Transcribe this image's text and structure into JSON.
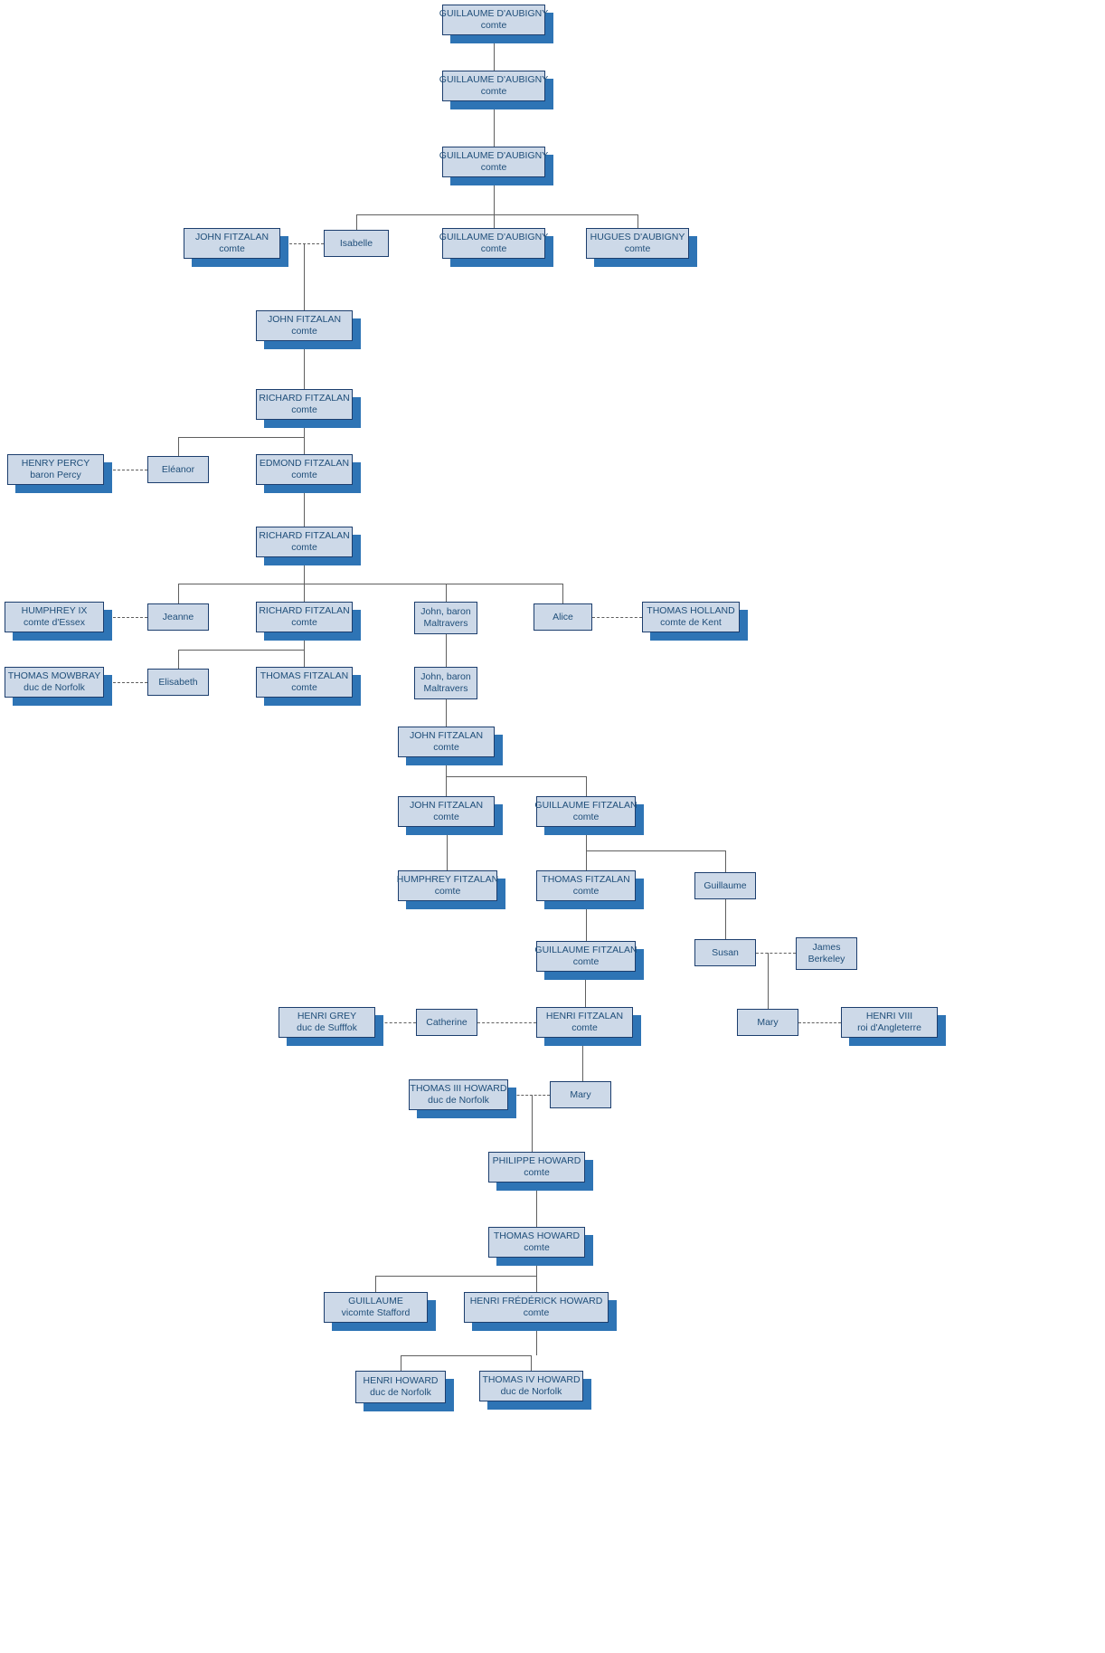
{
  "diagram": {
    "type": "family-tree-org-chart",
    "background": "#ffffff",
    "colors": {
      "node_fill": "#cdd9e8",
      "node_border": "#1c3e6e",
      "node_shadow": "#2e74b5",
      "node_text": "#1f4e79",
      "connector": "#5f5f5f"
    },
    "connector_styles": {
      "descent": "solid",
      "marriage": "dashed"
    }
  },
  "nodes": [
    {
      "line1": "GUILLAUME D'AUBIGNY",
      "line2": "comte"
    },
    {
      "line1": "GUILLAUME D'AUBIGNY",
      "line2": "comte"
    },
    {
      "line1": "GUILLAUME D'AUBIGNY",
      "line2": "comte"
    },
    {
      "line1": "JOHN FITZALAN",
      "line2": "comte"
    },
    {
      "line1": "Isabelle",
      "line2": ""
    },
    {
      "line1": "GUILLAUME D'AUBIGNY",
      "line2": "comte"
    },
    {
      "line1": "HUGUES D'AUBIGNY",
      "line2": "comte"
    },
    {
      "line1": "JOHN FITZALAN",
      "line2": "comte"
    },
    {
      "line1": "RICHARD FITZALAN",
      "line2": "comte"
    },
    {
      "line1": "HENRY PERCY",
      "line2": "baron Percy"
    },
    {
      "line1": "Eléanor",
      "line2": ""
    },
    {
      "line1": "EDMOND FITZALAN",
      "line2": "comte"
    },
    {
      "line1": "RICHARD FITZALAN",
      "line2": "comte"
    },
    {
      "line1": "HUMPHREY IX",
      "line2": "comte d'Essex"
    },
    {
      "line1": "Jeanne",
      "line2": ""
    },
    {
      "line1": "RICHARD FITZALAN",
      "line2": "comte"
    },
    {
      "line1": "John, baron",
      "line2": "Maltravers"
    },
    {
      "line1": "Alice",
      "line2": ""
    },
    {
      "line1": "THOMAS HOLLAND",
      "line2": "comte de Kent"
    },
    {
      "line1": "THOMAS MOWBRAY",
      "line2": "duc de Norfolk"
    },
    {
      "line1": "Elisabeth",
      "line2": ""
    },
    {
      "line1": "THOMAS FITZALAN",
      "line2": "comte"
    },
    {
      "line1": "John, baron",
      "line2": "Maltravers"
    },
    {
      "line1": "JOHN FITZALAN",
      "line2": "comte"
    },
    {
      "line1": "JOHN FITZALAN",
      "line2": "comte"
    },
    {
      "line1": "GUILLAUME FITZALAN",
      "line2": "comte"
    },
    {
      "line1": "HUMPHREY FITZALAN",
      "line2": "comte"
    },
    {
      "line1": "THOMAS FITZALAN",
      "line2": "comte"
    },
    {
      "line1": "Guillaume",
      "line2": ""
    },
    {
      "line1": "GUILLAUME FITZALAN",
      "line2": "comte"
    },
    {
      "line1": "Susan",
      "line2": ""
    },
    {
      "line1": "James",
      "line2": "Berkeley"
    },
    {
      "line1": "HENRI GREY",
      "line2": "duc de Sufffok"
    },
    {
      "line1": "Catherine",
      "line2": ""
    },
    {
      "line1": "HENRI FITZALAN",
      "line2": "comte"
    },
    {
      "line1": "Mary",
      "line2": ""
    },
    {
      "line1": "HENRI VIII",
      "line2": "roi d'Angleterre"
    },
    {
      "line1": "THOMAS III HOWARD",
      "line2": "duc de Norfolk"
    },
    {
      "line1": "Mary",
      "line2": ""
    },
    {
      "line1": "PHILIPPE HOWARD",
      "line2": "comte"
    },
    {
      "line1": "THOMAS HOWARD",
      "line2": "comte"
    },
    {
      "line1": "GUILLAUME",
      "line2": "vicomte Stafford"
    },
    {
      "line1": "HENRI FRÉDÉRICK HOWARD",
      "line2": "comte"
    },
    {
      "line1": "HENRI HOWARD",
      "line2": "duc de Norfolk"
    },
    {
      "line1": "THOMAS IV HOWARD",
      "line2": "duc de Norfolk"
    }
  ]
}
